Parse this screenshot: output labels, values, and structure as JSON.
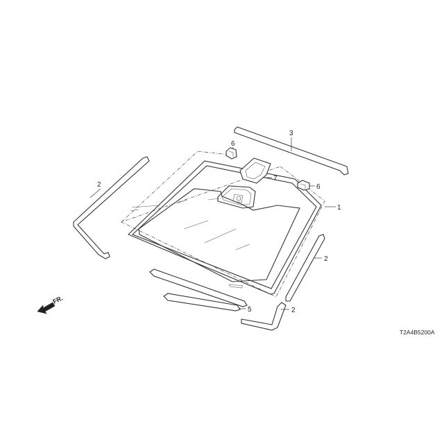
{
  "callouts": [
    "1",
    "2",
    "2",
    "2",
    "3",
    "5",
    "6",
    "6",
    "7"
  ],
  "direction_label": "FR.",
  "diagram_code": "T2A4B5200A"
}
